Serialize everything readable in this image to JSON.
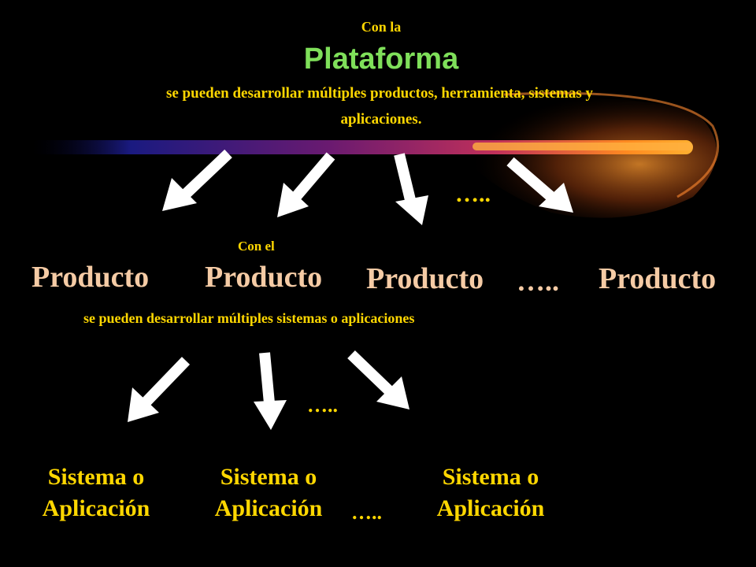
{
  "header": {
    "intro": "Con la",
    "title": "Plataforma",
    "desc_line1": "se pueden desarrollar múltiples productos, herramienta, sistemas y",
    "desc_line2": "aplicaciones."
  },
  "top_ellipsis": "…..",
  "products": {
    "intro": "Con el",
    "items": [
      "Producto",
      "Producto",
      "Producto",
      "Producto"
    ],
    "ellipsis": "…..",
    "desc": "se pueden desarrollar múltiples sistemas o aplicaciones"
  },
  "mid_ellipsis": "…..",
  "systems": {
    "items": [
      {
        "line1": "Sistema o",
        "line2": "Aplicación"
      },
      {
        "line1": "Sistema o",
        "line2": "Aplicación"
      },
      {
        "line1": "Sistema o",
        "line2": "Aplicación"
      }
    ],
    "ellipsis": "….."
  },
  "colors": {
    "background": "#000000",
    "title": "#7fe05a",
    "desc": "#ffd700",
    "product": "#f5cba5",
    "arrow": "#ffffff"
  }
}
